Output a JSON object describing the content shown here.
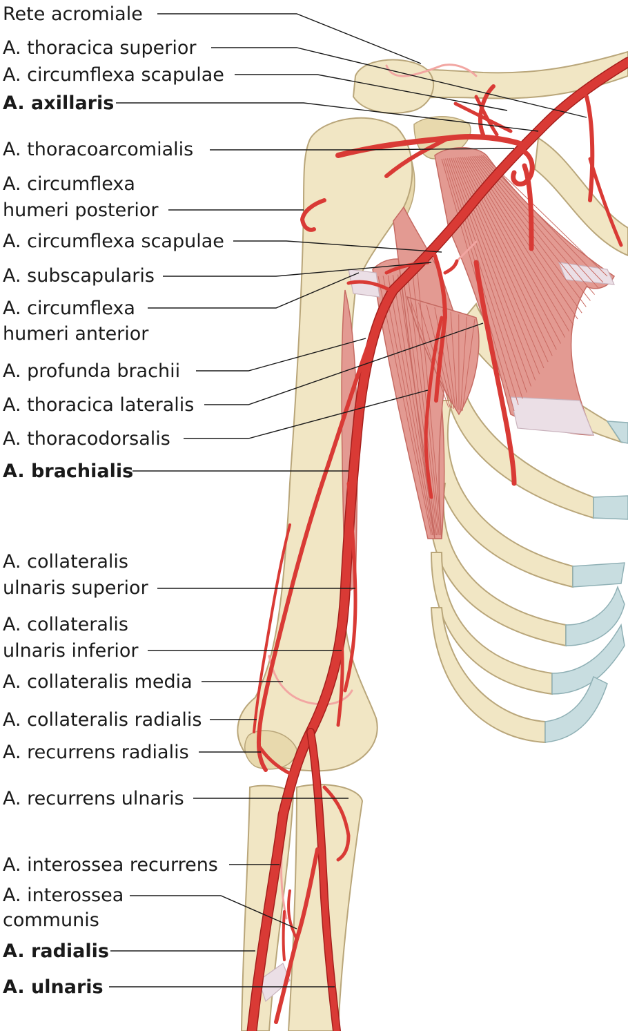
{
  "labels": [
    {
      "text": "Rete acromiale",
      "bold": false
    },
    {
      "text": "A. thoracica superior",
      "bold": false
    },
    {
      "text": "A. circumflexa scapulae",
      "bold": false
    },
    {
      "text": "A. axillaris",
      "bold": true
    },
    {
      "text": "A. thoracoarcomialis",
      "bold": false
    },
    {
      "text": "A. circumflexa",
      "bold": false
    },
    {
      "text": "humeri posterior",
      "bold": false
    },
    {
      "text": "A. circumflexa scapulae",
      "bold": false
    },
    {
      "text": "A. subscapularis",
      "bold": false
    },
    {
      "text": "A. circumflexa",
      "bold": false
    },
    {
      "text": "humeri anterior",
      "bold": false
    },
    {
      "text": "A. profunda brachii",
      "bold": false
    },
    {
      "text": "A. thoracica lateralis",
      "bold": false
    },
    {
      "text": "A. thoracodorsalis",
      "bold": false
    },
    {
      "text": "A. brachialis",
      "bold": true
    },
    {
      "text": "A. collateralis",
      "bold": false
    },
    {
      "text": "ulnaris superior",
      "bold": false
    },
    {
      "text": "A. collateralis",
      "bold": false
    },
    {
      "text": "ulnaris inferior",
      "bold": false
    },
    {
      "text": "A. collateralis media",
      "bold": false
    },
    {
      "text": "A. collateralis radialis",
      "bold": false
    },
    {
      "text": "A. recurrens radialis",
      "bold": false
    },
    {
      "text": "A. recurrens ulnaris",
      "bold": false
    },
    {
      "text": "A. interossea recurrens",
      "bold": false
    },
    {
      "text": "A. interossea",
      "bold": false
    },
    {
      "text": "communis",
      "bold": false
    },
    {
      "text": "A. radialis",
      "bold": true
    },
    {
      "text": "A. ulnaris",
      "bold": true
    }
  ],
  "colors": {
    "bone": "#f1e6c4",
    "cartilage": "#c8dde0",
    "muscle": "#e39a92",
    "artery": "#d93a35",
    "text": "#1a1a1a"
  }
}
